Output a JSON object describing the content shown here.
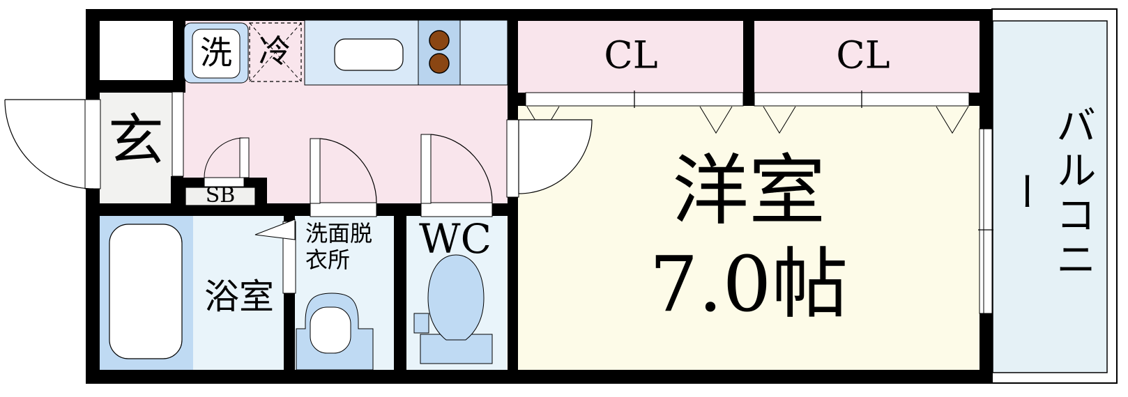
{
  "floorplan": {
    "labels": {
      "entrance": "玄",
      "washer": "洗",
      "fridge": "冷",
      "shoe_box": "SB",
      "bathroom": "浴室",
      "washroom": "洗面脱\n衣所",
      "wc": "WC",
      "closet_left": "CL",
      "closet_right": "CL",
      "western_room": "洋室\n7.0帖",
      "balcony": "バルコニー"
    },
    "colors": {
      "wall": "#000000",
      "floor_pink": "#f9e5ec",
      "room_cream": "#fdfbe8",
      "wet_blue": "#e9f4fa",
      "balcony_blue": "#e5f1f6",
      "entrance_grey": "#f2f2f0",
      "fixture_blue": "#bfdaf3",
      "counter_blue": "#d9e9f8",
      "stove_blue": "#b9d4ee",
      "washer_blue": "#c9e0f7",
      "burner_brown": "#8a4613",
      "shoebox_grey": "#f0f0ee"
    }
  }
}
